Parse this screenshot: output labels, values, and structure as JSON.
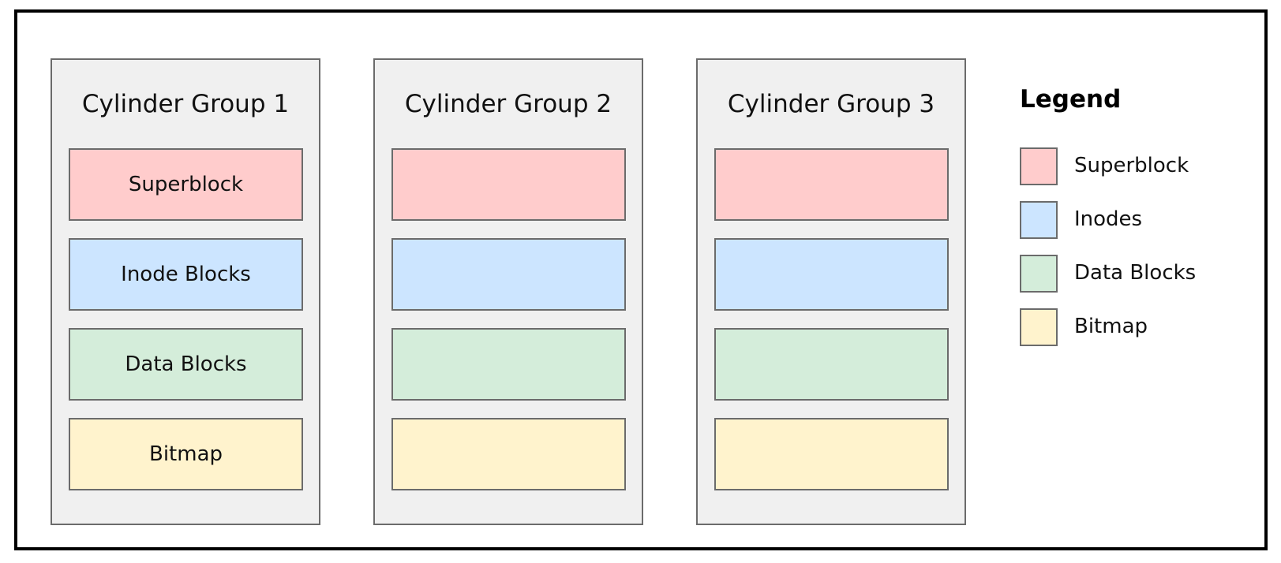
{
  "colors": {
    "superblock": "#ffcccc",
    "inodes": "#cce5ff",
    "data_blocks": "#d4edda",
    "bitmap": "#fff3cd",
    "group_bg": "#f0f0f0",
    "border": "#6b6b6b"
  },
  "groups": [
    {
      "title": "Cylinder Group 1",
      "blocks": [
        {
          "label": "Superblock",
          "kind": "superblock"
        },
        {
          "label": "Inode Blocks",
          "kind": "inodes"
        },
        {
          "label": "Data Blocks",
          "kind": "data_blocks"
        },
        {
          "label": "Bitmap",
          "kind": "bitmap"
        }
      ]
    },
    {
      "title": "Cylinder Group 2",
      "blocks": [
        {
          "label": "",
          "kind": "superblock"
        },
        {
          "label": "",
          "kind": "inodes"
        },
        {
          "label": "",
          "kind": "data_blocks"
        },
        {
          "label": "",
          "kind": "bitmap"
        }
      ]
    },
    {
      "title": "Cylinder Group 3",
      "blocks": [
        {
          "label": "",
          "kind": "superblock"
        },
        {
          "label": "",
          "kind": "inodes"
        },
        {
          "label": "",
          "kind": "data_blocks"
        },
        {
          "label": "",
          "kind": "bitmap"
        }
      ]
    }
  ],
  "legend": {
    "title": "Legend",
    "items": [
      {
        "label": "Superblock",
        "kind": "superblock"
      },
      {
        "label": "Inodes",
        "kind": "inodes"
      },
      {
        "label": "Data Blocks",
        "kind": "data_blocks"
      },
      {
        "label": "Bitmap",
        "kind": "bitmap"
      }
    ]
  }
}
